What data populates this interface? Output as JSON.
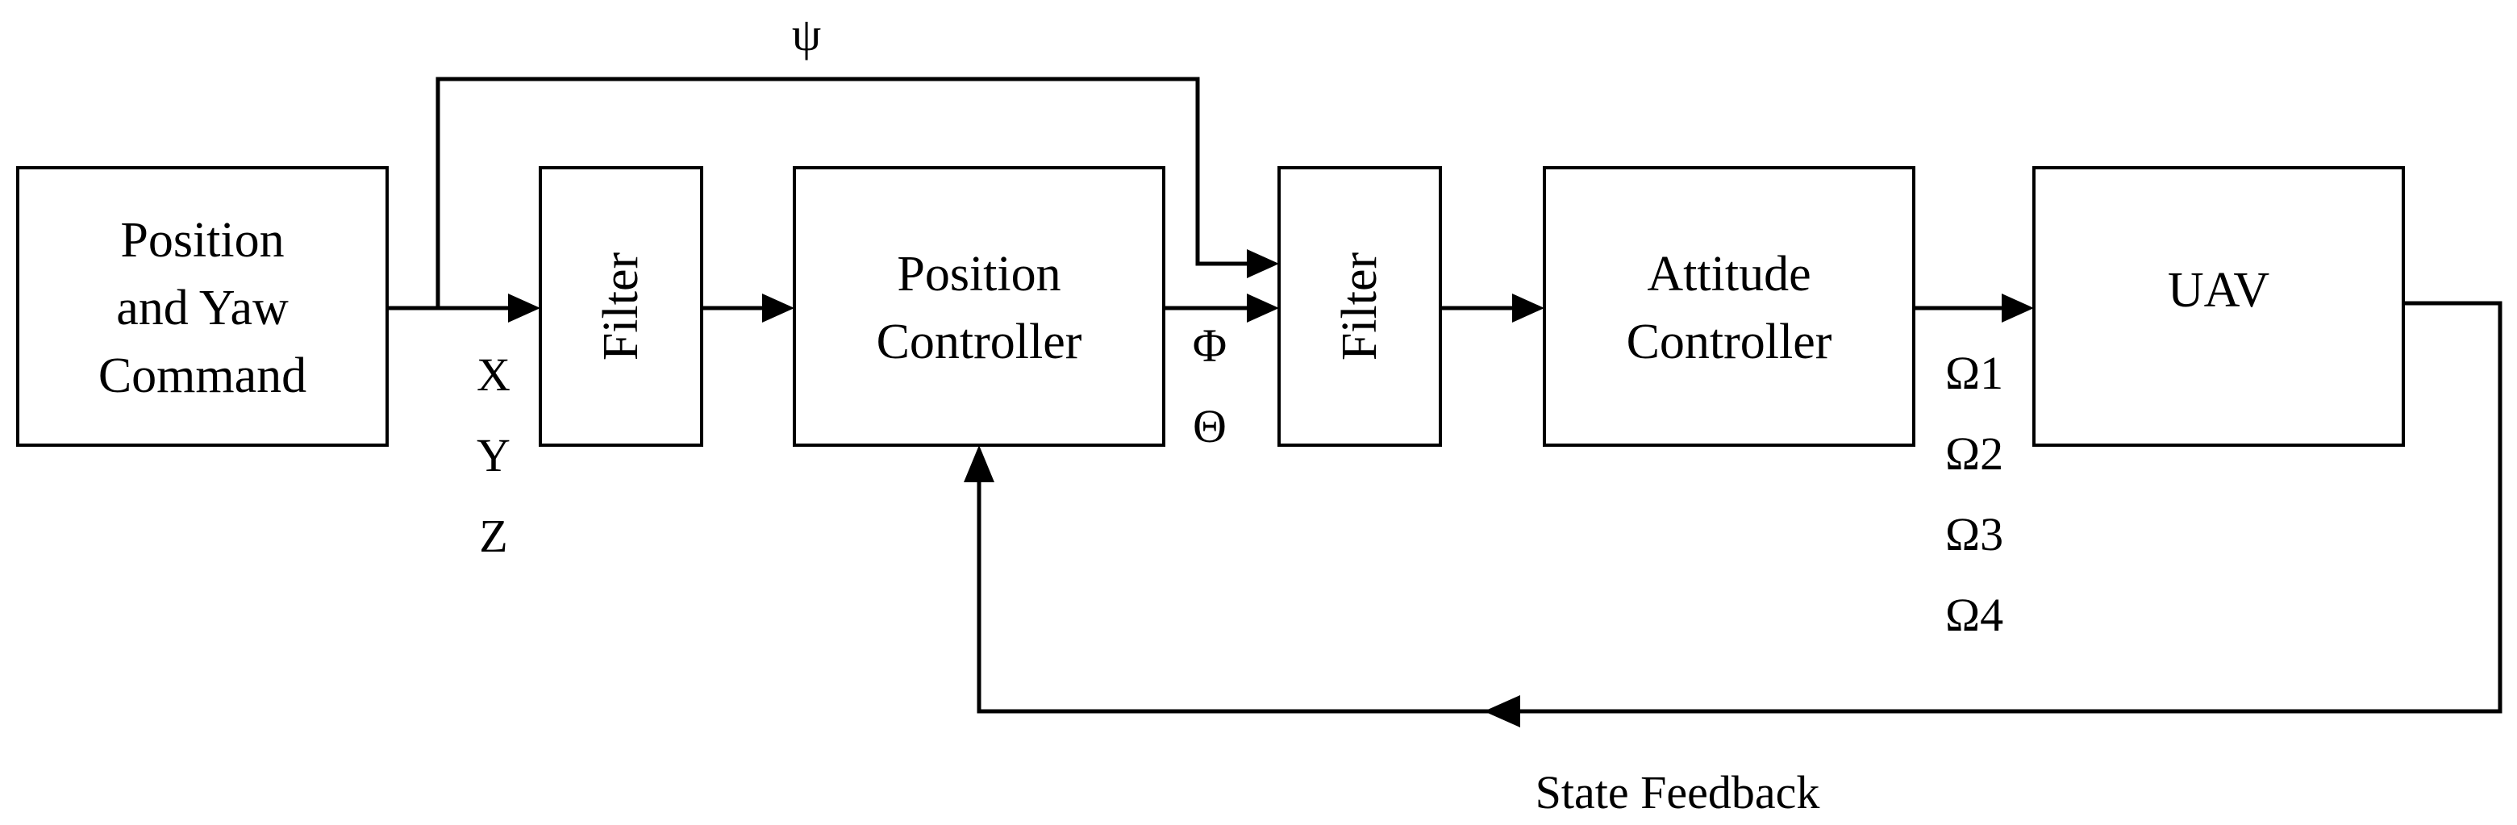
{
  "blocks": {
    "command": [
      "Position",
      "and Yaw",
      "Command"
    ],
    "filter_1": "Filter",
    "position_controller": [
      "Position",
      "Controller"
    ],
    "filter_2": "Filter",
    "attitude_controller": [
      "Attitude",
      "Controller"
    ],
    "uav": "UAV"
  },
  "signals": {
    "psi": "ψ",
    "x": "X",
    "y": "Y",
    "z": "Z",
    "phi": "Φ",
    "theta": "Θ",
    "omega1": "Ω1",
    "omega2": "Ω2",
    "omega3": "Ω3",
    "omega4": "Ω4",
    "state_feedback": "State Feedback"
  }
}
